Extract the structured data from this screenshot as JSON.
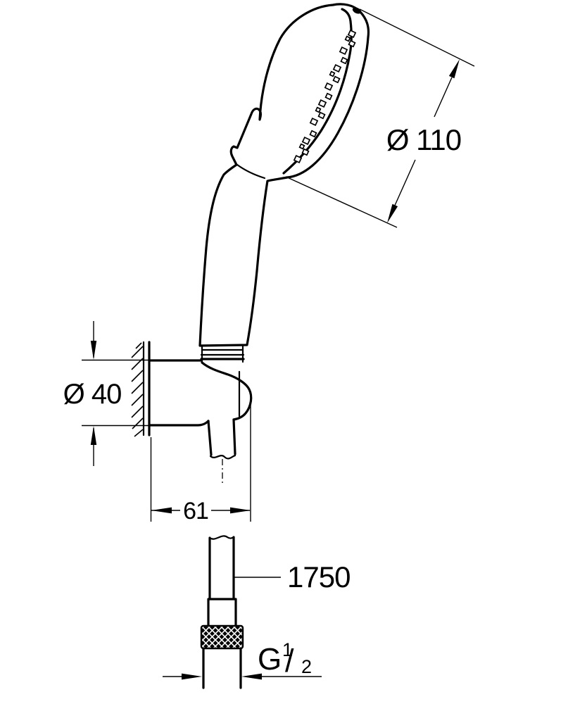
{
  "drawing": {
    "type": "technical-dimension-drawing",
    "subject": "hand shower with wall holder and hose",
    "colors": {
      "background": "#ffffff",
      "line": "#000000"
    },
    "dimensions": {
      "head_diameter": "Ø 110",
      "holder_diameter": "Ø 40",
      "holder_depth": "61",
      "hose_length": "1750",
      "thread": {
        "letter": "G",
        "numerator": "1",
        "slash": "/",
        "denominator": "2"
      }
    }
  }
}
